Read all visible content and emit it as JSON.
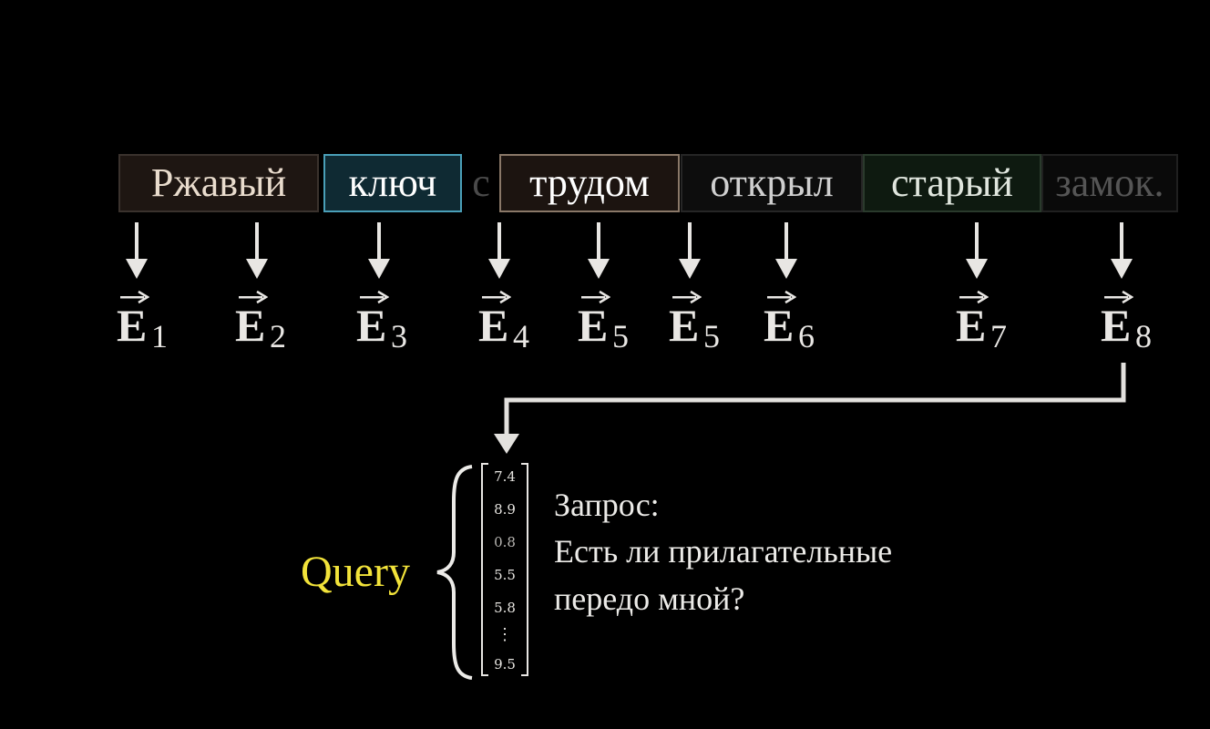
{
  "sentence": {
    "tokens": [
      {
        "text": "Ржавый",
        "bg": "#1e1612",
        "border": "#3a322d",
        "color": "#e9dccd"
      },
      {
        "text": "ключ",
        "bg": "#0f2a33",
        "border": "#4a9fb8",
        "color": "#ffffff"
      },
      {
        "text": "с",
        "bg": "#000000",
        "border": "#000000",
        "color": "#4a4a4a"
      },
      {
        "text": "трудом",
        "bg": "#1c1410",
        "border": "#8a7868",
        "color": "#ffffff"
      },
      {
        "text": "открыл",
        "bg": "#0d0d0d",
        "border": "#262626",
        "color": "#cfcfcf"
      },
      {
        "text": "старый",
        "bg": "#0e1a10",
        "border": "#2a3a2c",
        "color": "#e0e6de"
      },
      {
        "text": "замок.",
        "bg": "#0a0a0a",
        "border": "#202020",
        "color": "#555555"
      }
    ]
  },
  "embeddings": [
    {
      "symbol": "E",
      "sub": "1"
    },
    {
      "symbol": "E",
      "sub": "2"
    },
    {
      "symbol": "E",
      "sub": "3"
    },
    {
      "symbol": "E",
      "sub": "4"
    },
    {
      "symbol": "E",
      "sub": "5"
    },
    {
      "symbol": "E",
      "sub": "5"
    },
    {
      "symbol": "E",
      "sub": "6"
    },
    {
      "symbol": "E",
      "sub": "7"
    },
    {
      "symbol": "E",
      "sub": "8"
    }
  ],
  "query": {
    "label": "Query",
    "label_color": "#f2e33a",
    "vector": [
      "7.4",
      "8.9",
      "0.8",
      "5.5",
      "5.8",
      "⋮",
      "9.5"
    ],
    "text_line1": "Запрос:",
    "text_line2": "Есть ли прилагательные",
    "text_line3": "передо мной?"
  }
}
